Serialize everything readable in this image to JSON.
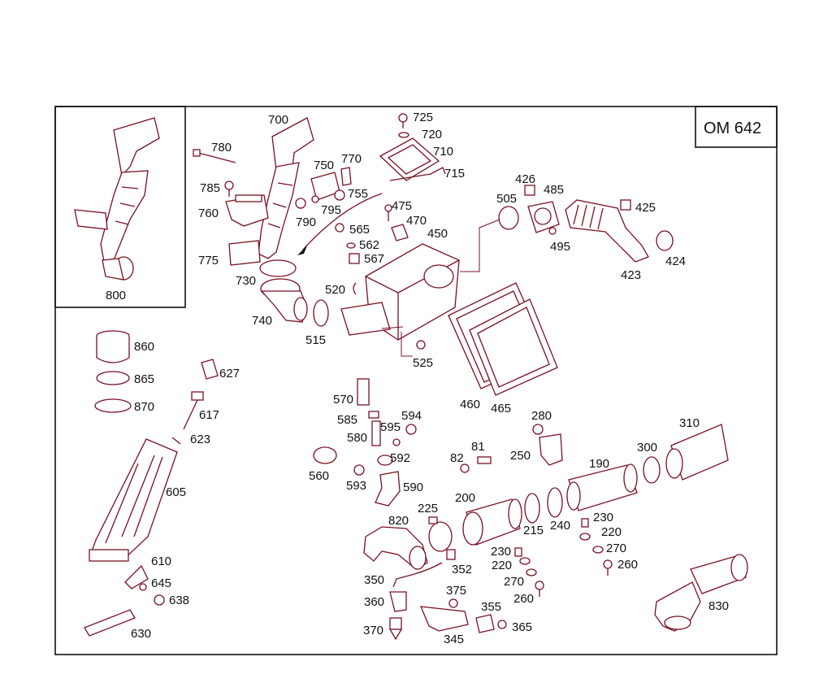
{
  "diagram": {
    "title": "OM 642",
    "colors": {
      "line": "#7a1020",
      "frame": "#111111",
      "text": "#111111",
      "background": "#ffffff"
    },
    "labels": {
      "p700": "700",
      "p725": "725",
      "p720": "720",
      "p710": "710",
      "p715": "715",
      "p780": "780",
      "p770": "770",
      "p750": "750",
      "p785": "785",
      "p760": "760",
      "p755": "755",
      "p790": "790",
      "p795": "795",
      "p475": "475",
      "p470": "470",
      "p426": "426",
      "p485": "485",
      "p505": "505",
      "p425": "425",
      "p565": "565",
      "p562": "562",
      "p567": "567",
      "p450": "450",
      "p495": "495",
      "p424": "424",
      "p423": "423",
      "p775": "775",
      "p730": "730",
      "p520": "520",
      "p740": "740",
      "p515": "515",
      "p800": "800",
      "p860": "860",
      "p865": "865",
      "p870": "870",
      "p627": "627",
      "p617": "617",
      "p623": "623",
      "p605": "605",
      "p610": "610",
      "p645": "645",
      "p638": "638",
      "p630": "630",
      "p525": "525",
      "p460": "460",
      "p465": "465",
      "p570": "570",
      "p585": "585",
      "p594": "594",
      "p595": "595",
      "p580": "580",
      "p592": "592",
      "p560": "560",
      "p593": "593",
      "p590": "590",
      "p82": "82",
      "p81": "81",
      "p280": "280",
      "p250": "250",
      "p310": "310",
      "p300": "300",
      "p190": "190",
      "p200": "200",
      "p225": "225",
      "p820": "820",
      "p215": "215",
      "p240": "240",
      "p230a": "230",
      "p220a": "220",
      "p270a": "270",
      "p260a": "260",
      "p230b": "230",
      "p220b": "220",
      "p270b": "270",
      "p260b": "260",
      "p352": "352",
      "p350": "350",
      "p375": "375",
      "p355": "355",
      "p360": "360",
      "p365": "365",
      "p370": "370",
      "p345": "345",
      "p830": "830"
    }
  }
}
